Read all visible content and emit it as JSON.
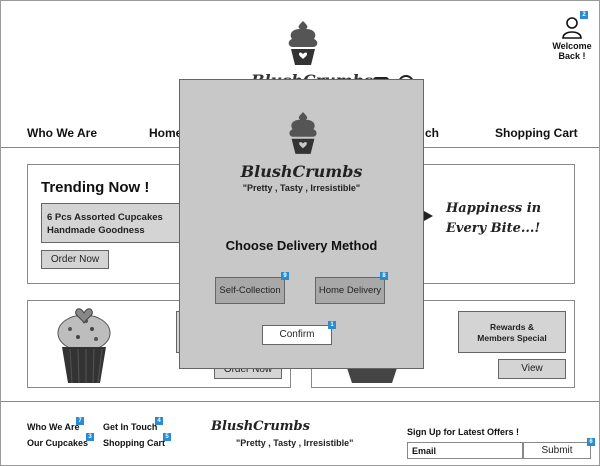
{
  "header": {
    "brand": "BlushCrumbs",
    "account_label": "Welcome Back !",
    "account_badge": "2",
    "logo_icon": "cupcake-icon",
    "user_icon": "user-icon"
  },
  "nav": {
    "items": [
      {
        "label": "Who We Are"
      },
      {
        "label": "Home"
      },
      {
        "label": "ch"
      },
      {
        "label": "Shopping Cart"
      }
    ]
  },
  "trending": {
    "title": "Trending Now !",
    "product_line1": "6 Pcs Assorted Cupcakes",
    "product_line2": "Handmade Goodness",
    "order_label": "Order Now"
  },
  "happiness": {
    "line1": "Happiness in",
    "line2": "Every Bite...!"
  },
  "product_card": {
    "order_label": "Order Now"
  },
  "rewards": {
    "line1": "Rewards &",
    "line2": "Members Special",
    "view_label": "View"
  },
  "modal": {
    "brand": "BlushCrumbs",
    "tagline": "\"Pretty , Tasty , Irresistible\"",
    "title": "Choose Delivery Method",
    "self_collection_label": "Self-Collection",
    "self_collection_badge": "9",
    "home_delivery_label": "Home Delivery",
    "home_delivery_badge": "8",
    "confirm_label": "Confirm",
    "confirm_badge": "1"
  },
  "footer": {
    "links": [
      {
        "label": "Who We Are",
        "badge": "7"
      },
      {
        "label": "Get In Touch",
        "badge": "4"
      },
      {
        "label": "Our Cupcakes",
        "badge": "3"
      },
      {
        "label": "Shopping Cart",
        "badge": "5"
      }
    ],
    "brand": "BlushCrumbs",
    "tagline": "\"Pretty , Tasty , Irresistible\"",
    "signup_title": "Sign Up for Latest Offers !",
    "email_placeholder": "Email",
    "submit_label": "Submit",
    "submit_badge": "6"
  },
  "colors": {
    "overlay": "#c8c8c8",
    "button_gray": "#d4d4d4",
    "badge_blue": "#2b8bd1"
  }
}
